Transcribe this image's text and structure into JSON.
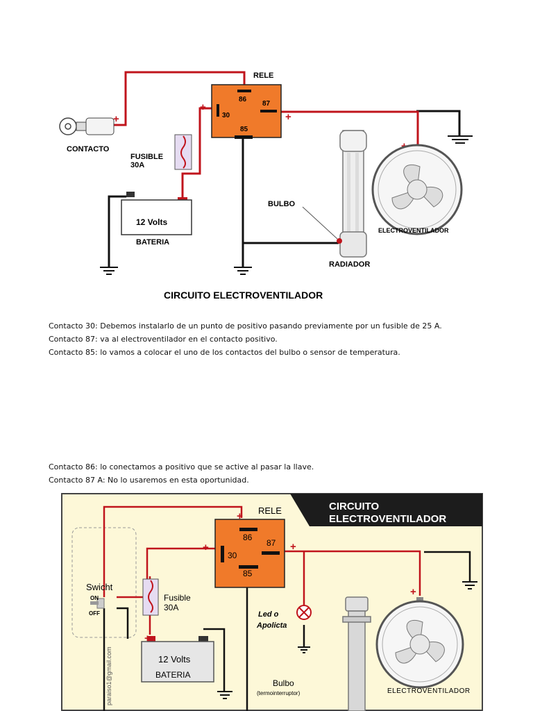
{
  "diagram1": {
    "title": "CIRCUITO ELECTROVENTILADOR",
    "relay_label": "RELE",
    "pins": {
      "p86": "86",
      "p87": "87",
      "p30": "30",
      "p85": "85"
    },
    "contact_label": "CONTACTO",
    "fuse_label_1": "FUSIBLE",
    "fuse_label_2": "30A",
    "battery_value": "12 Volts",
    "battery_label": "BATERIA",
    "bulb_label": "BULBO",
    "radiator_label": "RADIADOR",
    "fan_label": "ELECTROVENTILADOR",
    "plus": "+"
  },
  "paragraphs": [
    "Contacto 30: Debemos instalarlo de un punto de positivo pasando previamente por un fusible de 25 A.",
    "Contacto 87: va al electroventilador en el contacto positivo.",
    "Contacto 85: lo vamos a colocar el uno de los contactos del bulbo o sensor de temperatura.",
    "Contacto 86: lo conectamos a positivo que se active al pasar la llave.",
    "Contacto 87 A: No lo usaremos en esta oportunidad."
  ],
  "diagram2": {
    "title_1": "CIRCUITO",
    "title_2": "ELECTROVENTILADOR",
    "relay_label": "RELE",
    "pins": {
      "p86": "86",
      "p87": "87",
      "p30": "30",
      "p85": "85"
    },
    "switch_label": "Swicht",
    "switch_on": "ON",
    "switch_off": "OFF",
    "fuse_label_1": "Fusible",
    "fuse_label_2": "30A",
    "led_label_1": "Led o",
    "led_label_2": "Apolicta",
    "battery_value": "12 Volts",
    "battery_label": "BATERIA",
    "bulb_label": "Bulbo",
    "bulb_sub": "(termointerruptor)",
    "fan_label": "ELECTROVENTILADOR",
    "watermark": "paraiso1@gmail.com",
    "plus": "+"
  },
  "colors": {
    "wire_red": "#c0141c",
    "relay_orange": "#f07a2a",
    "title_bar": "#1c1c1c",
    "panel_bg": "#fdf8d8"
  }
}
